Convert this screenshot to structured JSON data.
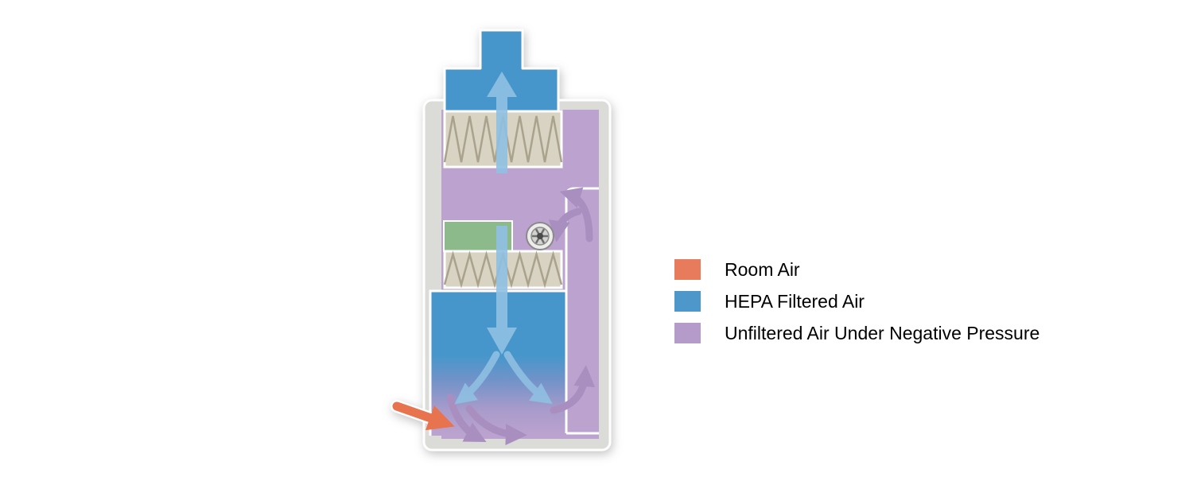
{
  "legend": {
    "items": [
      {
        "label": "Room Air",
        "color": "#E87B5B"
      },
      {
        "label": "HEPA Filtered Air",
        "color": "#4E97CB"
      },
      {
        "label": "Unfiltered Air Under Negative Pressure",
        "color": "#B49BC9"
      }
    ]
  },
  "diagram": {
    "colors": {
      "room_air": "#E8734F",
      "hepa_air": "#4796CB",
      "hepa_air_light": "#8FC0E2",
      "unfiltered_air": "#BCA3CF",
      "unfiltered_arrow": "#A98FC0",
      "filter_media": "#D8D3C2",
      "filter_pleat": "#A9A28C",
      "prefilter_green": "#8CBA8B",
      "cabinet_shell": "#DBDBD7",
      "outline": "#FFFFFF"
    }
  }
}
